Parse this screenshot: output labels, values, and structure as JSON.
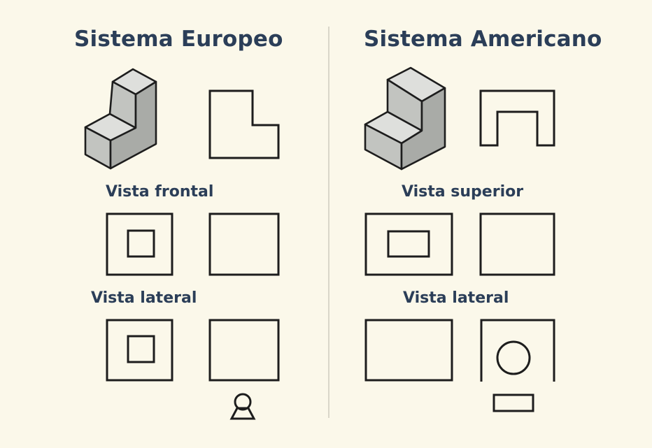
{
  "left_panel": {
    "title": "Sistema Europeo",
    "label_front": "Vista frontal",
    "label_side": "Vista lateral",
    "icon": "observer-icon"
  },
  "right_panel": {
    "title": "Sistema Americano",
    "label_top": "Vista superior",
    "label_side": "Vista lateral"
  },
  "colors": {
    "background": "#fbf8ea",
    "heading": "#2b3e58",
    "line": "#1d1d1d",
    "solid_light": "#dedfdc",
    "solid_mid": "#c2c4c0",
    "solid_dark": "#a9aba7",
    "divider": "#d9d6c9"
  }
}
